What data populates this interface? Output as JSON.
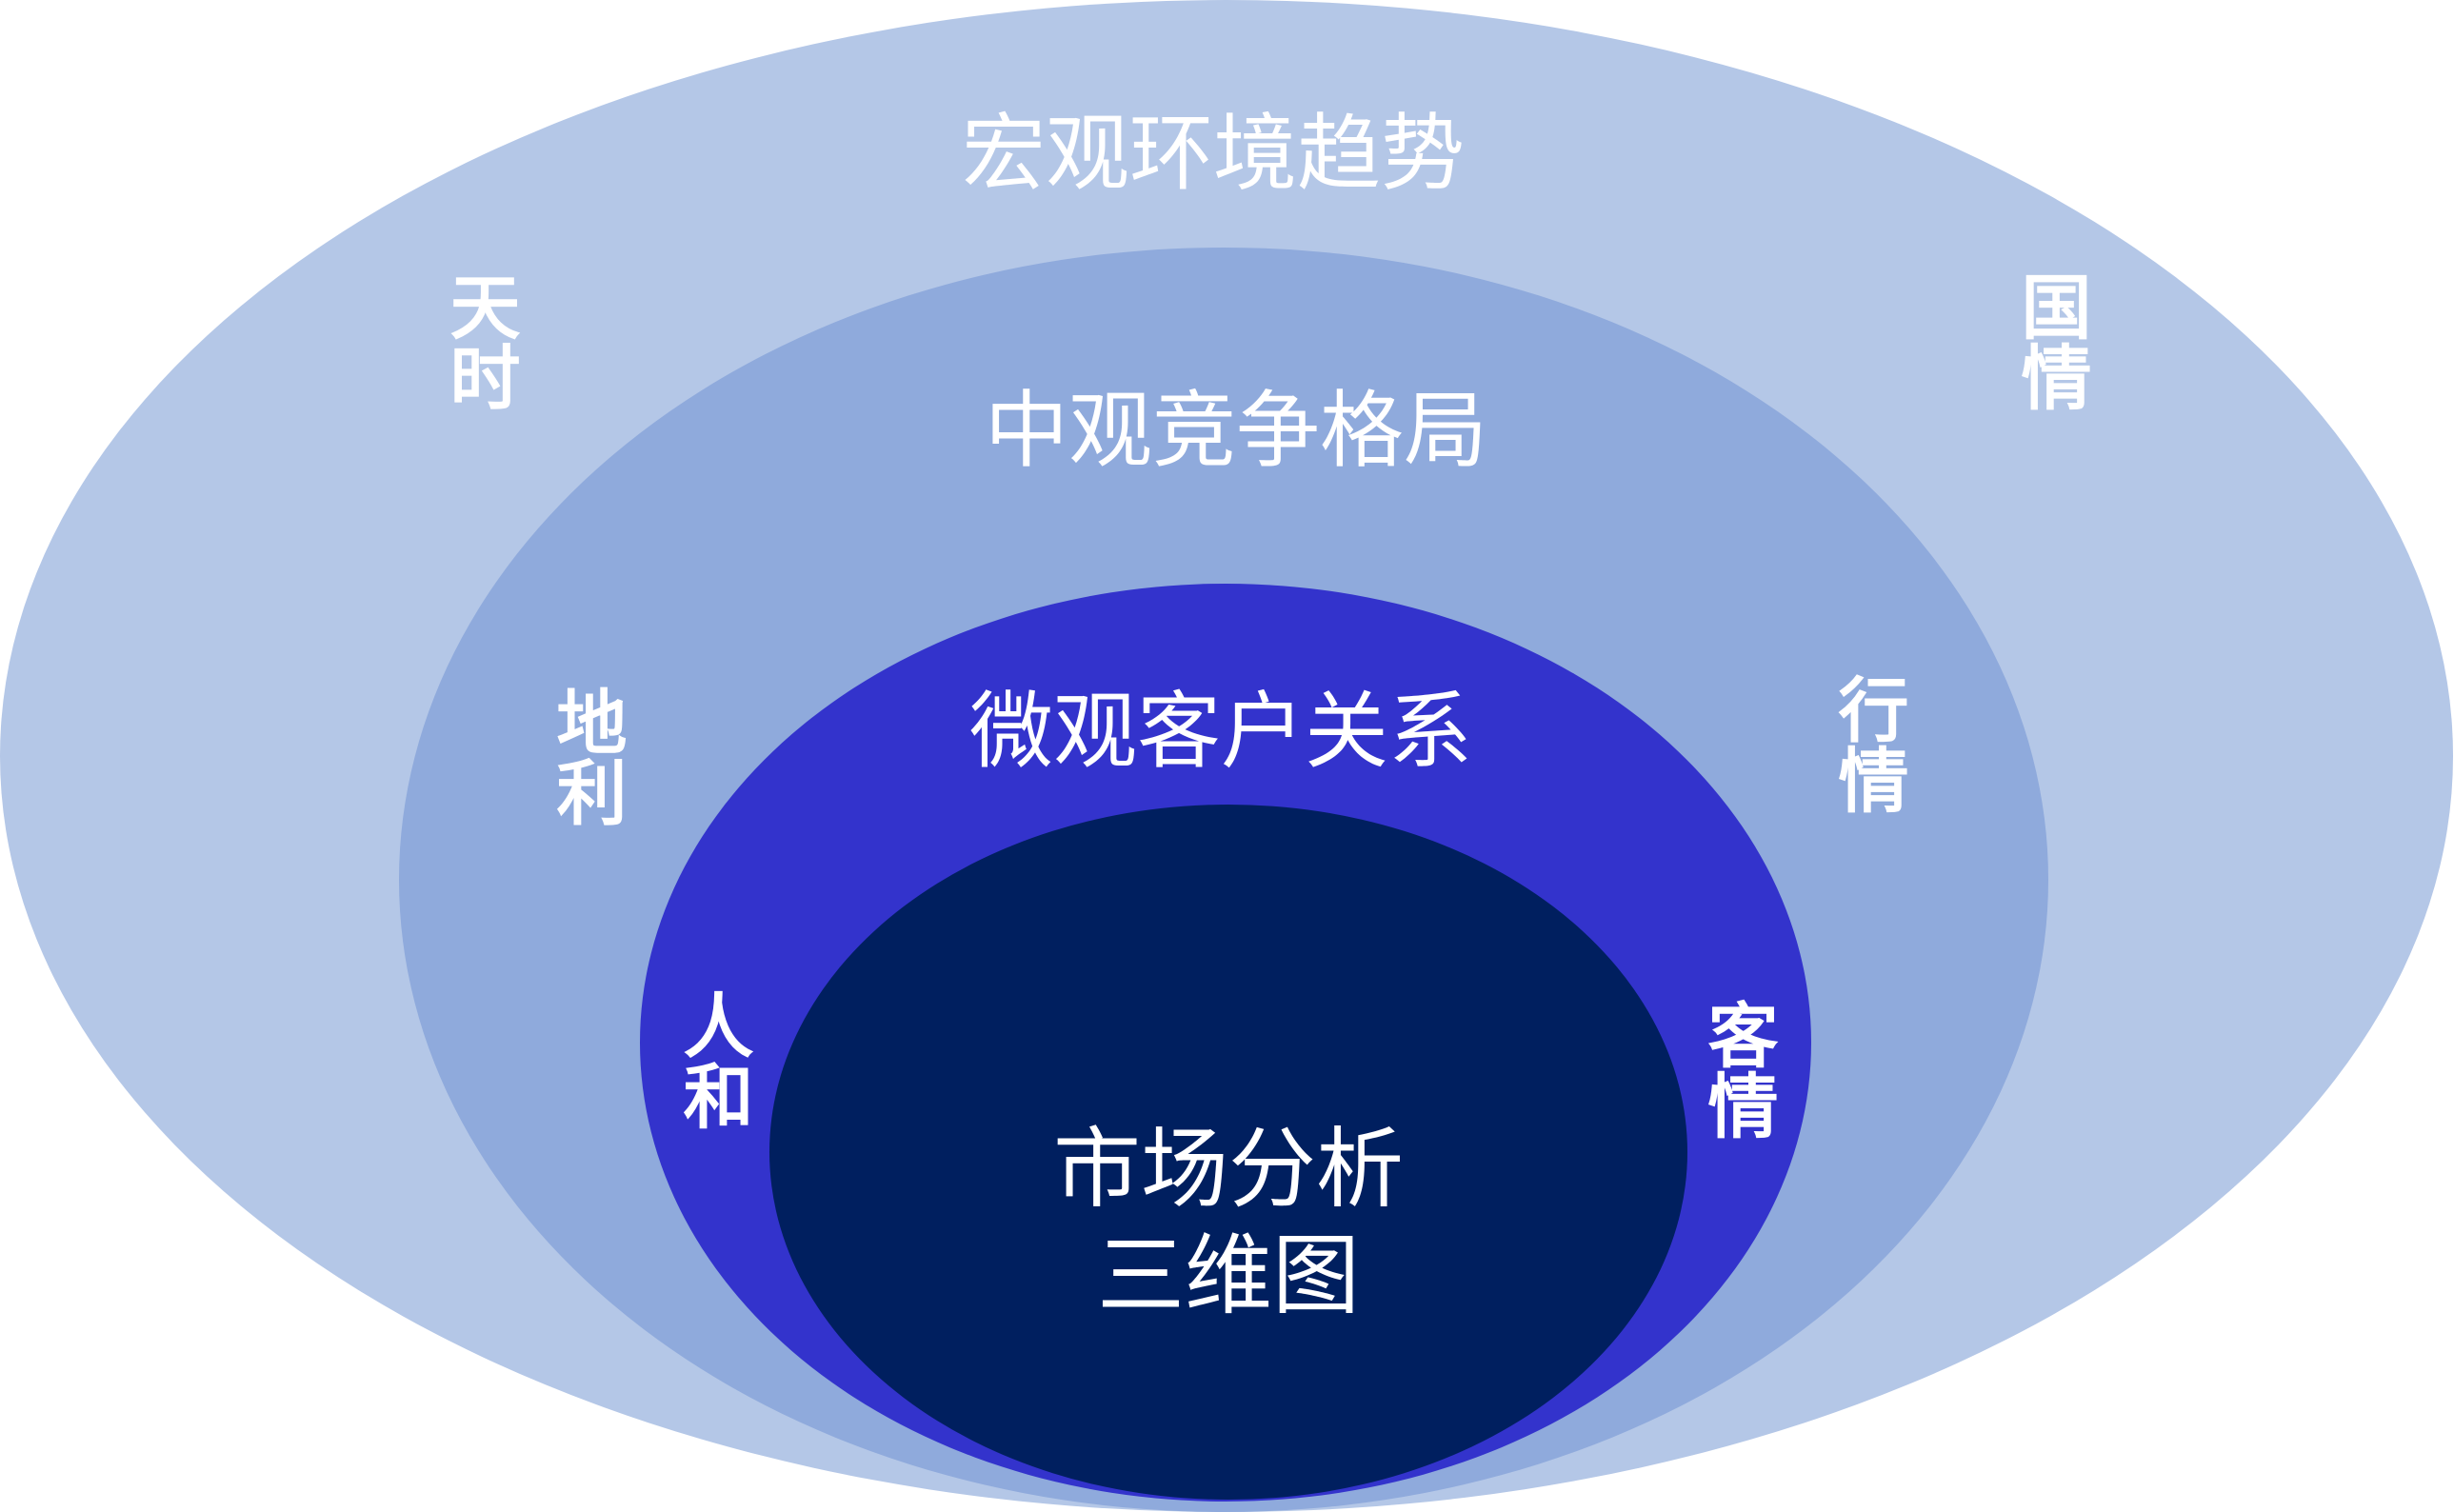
{
  "colors": {
    "macro": "#b4c7e7",
    "meso": "#8faadc",
    "micro": "#3333cc",
    "core": "#001f5f"
  },
  "rings": {
    "macro": {
      "title": "宏观环境趋势",
      "left": "天时",
      "right": "国情"
    },
    "meso": {
      "title": "中观竞争格局",
      "left": "地利",
      "right": "行情"
    },
    "micro": {
      "title": "微观客户关系",
      "left": "人和",
      "right": "客情"
    }
  },
  "core": {
    "line1": "市场分析",
    "line2": "三维图"
  }
}
